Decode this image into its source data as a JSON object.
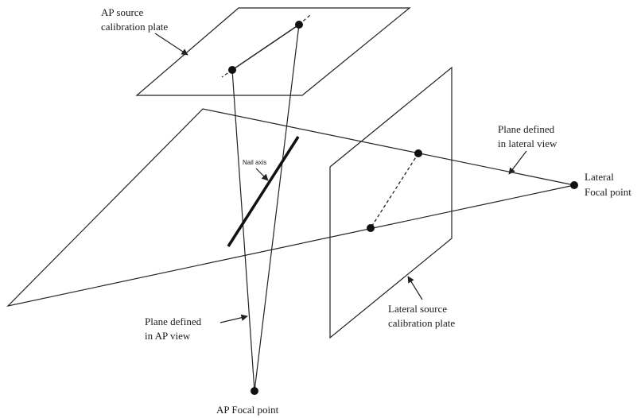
{
  "labels": {
    "ap_plate_line1": "AP  source",
    "ap_plate_line2": "calibration plate",
    "lateral_plane_line1": "Plane defined",
    "lateral_plane_line2": "in lateral view",
    "lateral_focal_line1": "Lateral",
    "lateral_focal_line2": "Focal point",
    "nail_axis": "Nail axis",
    "ap_plane_line1": "Plane defined",
    "ap_plane_line2": "in AP view",
    "lateral_plate_line1": "Lateral source",
    "lateral_plate_line2": "calibration plate",
    "ap_focal": "AP Focal point"
  },
  "colors": {
    "ink": "#222222",
    "background": "#ffffff"
  }
}
